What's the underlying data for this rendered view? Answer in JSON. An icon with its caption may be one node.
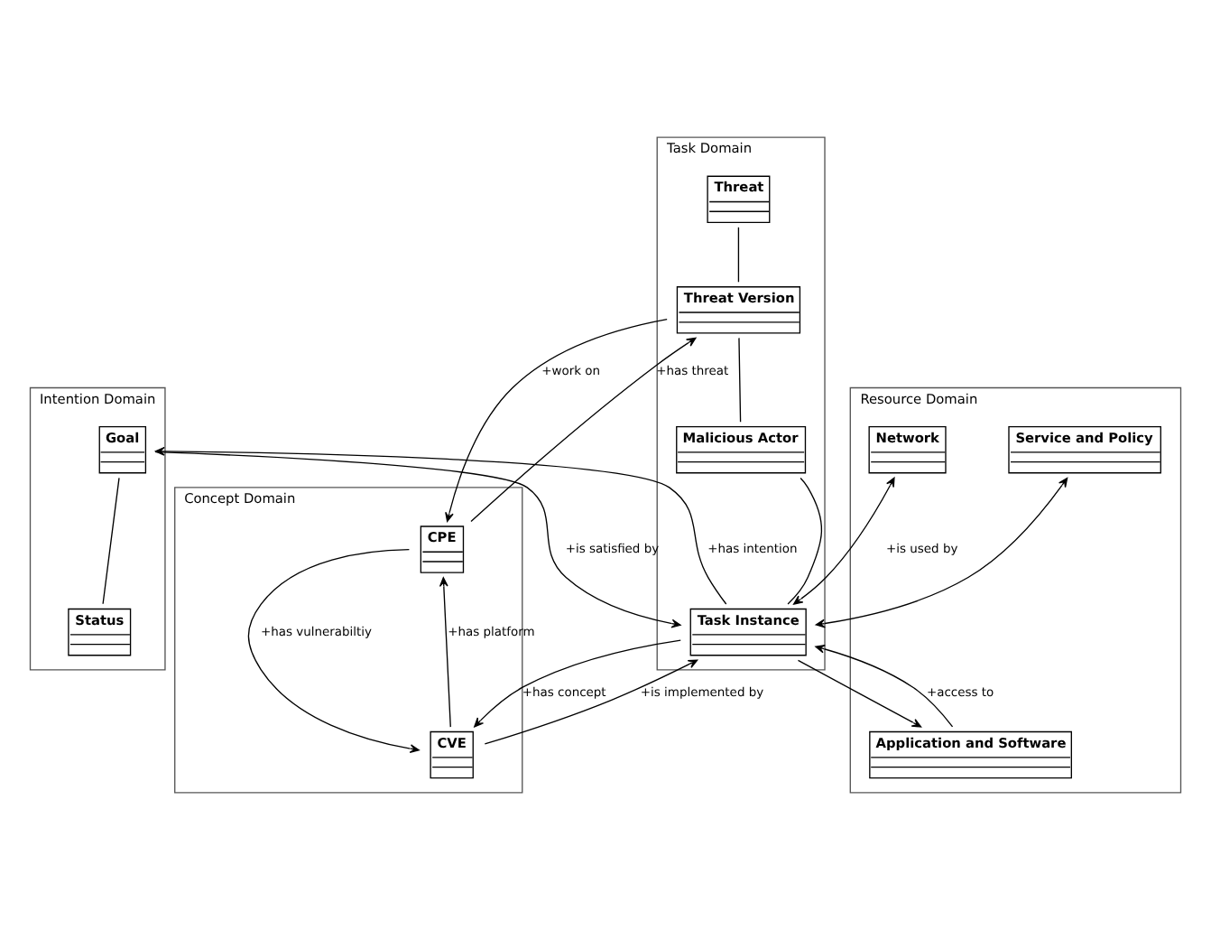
{
  "diagram": {
    "nodes": [
      {
        "text": [
          "Intention Domain"
        ]
      },
      {
        "text": [
          "Goal"
        ],
        "in": 0
      },
      {
        "text": [
          "Status"
        ],
        "in": 0
      },
      {
        "text": [
          "Task Domain"
        ]
      },
      {
        "text": [
          "Threat"
        ],
        "in": 3
      },
      {
        "text": [
          "Threat Version"
        ],
        "in": 3
      },
      {
        "text": [
          "Malicious Actor"
        ],
        "in": 3
      },
      {
        "text": [
          "Task Instance"
        ],
        "in": 3
      },
      {
        "text": [
          "Concept Domain"
        ]
      },
      {
        "text": [
          "CPE"
        ],
        "in": 8
      },
      {
        "text": [
          "CVE"
        ],
        "in": 8
      },
      {
        "text": [
          "Resource Domain"
        ]
      },
      {
        "text": [
          "Network"
        ],
        "in": 11
      },
      {
        "text": [
          "Application and Software"
        ],
        "in": 11
      },
      {
        "text": [
          "Service and Policy"
        ],
        "in": 11
      }
    ],
    "edges": [
      {
        "from": 4,
        "to": 5,
        "arrow": "none"
      },
      {
        "from": 5,
        "to": 6,
        "arrow": "none"
      },
      {
        "from": 6,
        "to": 7,
        "arrow": "none"
      },
      {
        "from": 1,
        "to": 2,
        "arrow": "none"
      },
      {
        "from": 7,
        "to": 1,
        "arrow": "to",
        "label": "+has intention"
      },
      {
        "from": 1,
        "to": 7,
        "arrow": "to",
        "label": "+is satisfied by"
      },
      {
        "from": 9,
        "to": 5,
        "arrow": "to",
        "label": "+has threat"
      },
      {
        "from": 5,
        "to": 9,
        "arrow": "to",
        "label": "+work on"
      },
      {
        "from": 9,
        "to": 10,
        "arrow": "to",
        "label": "+has vulnerabiltiy"
      },
      {
        "from": 10,
        "to": 9,
        "arrow": "to",
        "label": "+has platform"
      },
      {
        "from": 7,
        "to": 10,
        "arrow": "to",
        "label": "+has concept"
      },
      {
        "from": 10,
        "to": 7,
        "arrow": "to",
        "label": "+is implemented by"
      },
      {
        "from": 12,
        "to": 7,
        "arrow": "both",
        "label": "+is used by"
      },
      {
        "from": 13,
        "to": 7,
        "arrow": "to",
        "label": "+access to"
      },
      {
        "from": 7,
        "to": 13,
        "arrow": "to"
      },
      {
        "from": 14,
        "to": 7,
        "arrow": "both"
      }
    ]
  }
}
